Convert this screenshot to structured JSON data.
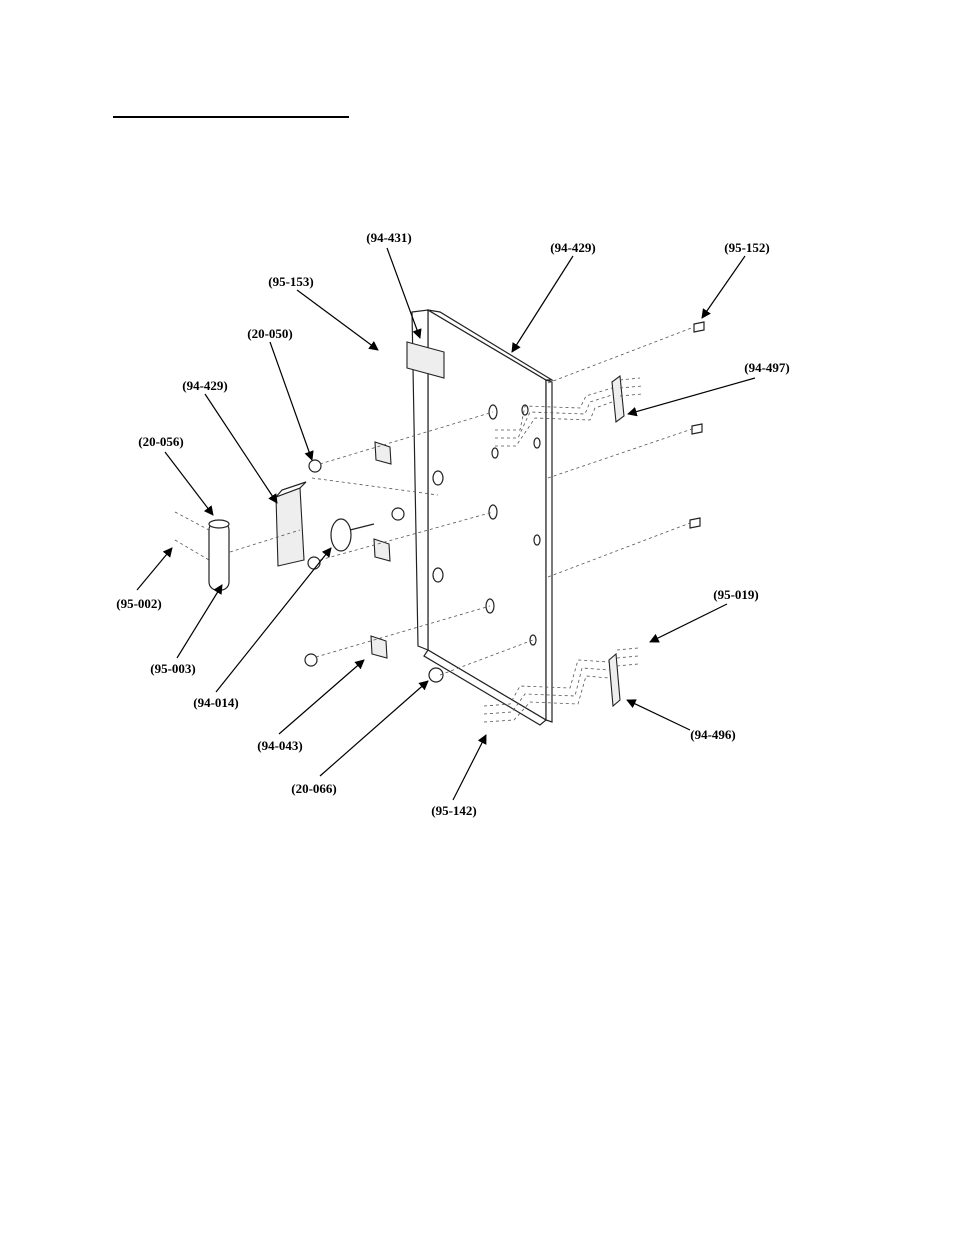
{
  "callouts": {
    "c_94_431": "(94-431)",
    "c_94_429_top": "(94-429)",
    "c_95_152": "(95-152)",
    "c_95_153": "(95-153)",
    "c_20_050": "(20-050)",
    "c_94_497": "(94-497)",
    "c_94_429_left": "(94-429)",
    "c_20_056": "(20-056)",
    "c_95_002": "(95-002)",
    "c_95_003": "(95-003)",
    "c_95_019": "(95-019)",
    "c_94_014": "(94-014)",
    "c_94_496": "(94-496)",
    "c_94_043": "(94-043)",
    "c_20_066": "(20-066)",
    "c_95_142": "(95-142)"
  },
  "colors": {
    "ink": "#000000",
    "line": "#222222",
    "panel_fill": "#ffffff"
  }
}
